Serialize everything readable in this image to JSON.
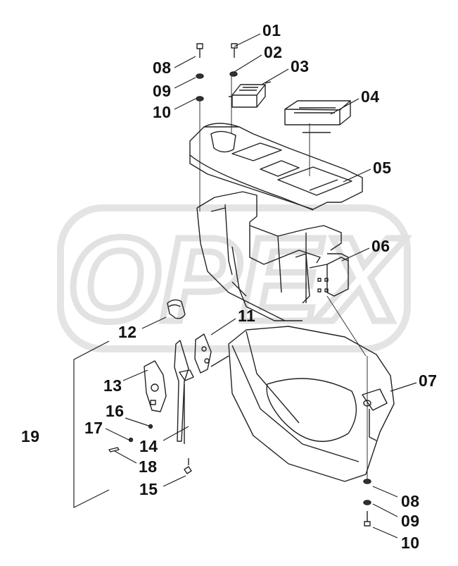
{
  "watermark": {
    "text": "OPEX"
  },
  "callouts": [
    {
      "id": "c01",
      "text": "01"
    },
    {
      "id": "c02",
      "text": "02"
    },
    {
      "id": "c03",
      "text": "03"
    },
    {
      "id": "c04",
      "text": "04"
    },
    {
      "id": "c05",
      "text": "05"
    },
    {
      "id": "c06",
      "text": "06"
    },
    {
      "id": "c07",
      "text": "07"
    },
    {
      "id": "c08a",
      "text": "08"
    },
    {
      "id": "c09a",
      "text": "09"
    },
    {
      "id": "c10a",
      "text": "10"
    },
    {
      "id": "c08b",
      "text": "08"
    },
    {
      "id": "c09b",
      "text": "09"
    },
    {
      "id": "c10b",
      "text": "10"
    },
    {
      "id": "c11",
      "text": "11"
    },
    {
      "id": "c12",
      "text": "12"
    },
    {
      "id": "c13",
      "text": "13"
    },
    {
      "id": "c14",
      "text": "14"
    },
    {
      "id": "c15",
      "text": "15"
    },
    {
      "id": "c16",
      "text": "16"
    },
    {
      "id": "c17",
      "text": "17"
    },
    {
      "id": "c18",
      "text": "18"
    },
    {
      "id": "c19",
      "text": "19"
    }
  ]
}
